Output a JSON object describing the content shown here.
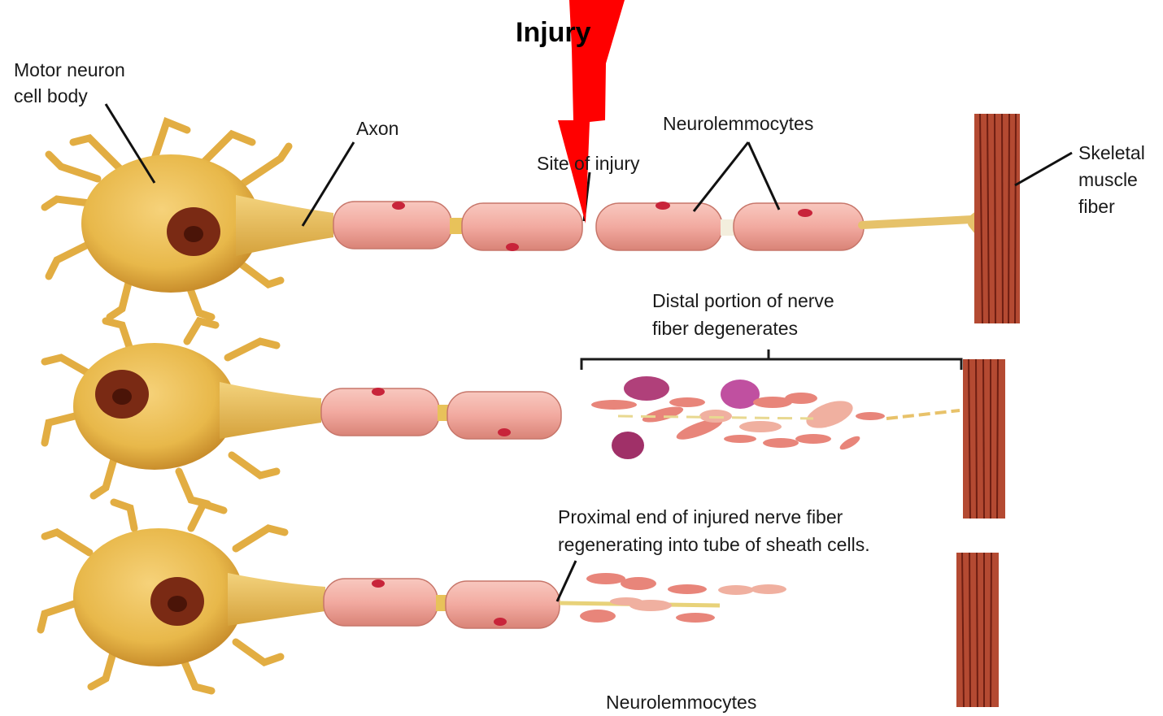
{
  "title": "Injury",
  "labels": {
    "motor_neuron_line1": "Motor neuron",
    "motor_neuron_line2": "cell body",
    "axon": "Axon",
    "neurolemmocytes_top": "Neurolemmocytes",
    "site_of_injury": "Site of injury",
    "skeletal_line1": "Skeletal",
    "skeletal_line2": "muscle",
    "skeletal_line3": "fiber",
    "distal_line1": "Distal portion of nerve",
    "distal_line2": "fiber degenerates",
    "proximal_line1": "Proximal end of injured nerve fiber",
    "proximal_line2": "regenerating into tube of sheath cells.",
    "neurolemmocytes_bottom": "Neurolemmocytes"
  },
  "colors": {
    "cell_body": "#e8b84a",
    "cell_body_dark": "#c9892a",
    "nucleus": "#7a2a14",
    "sheath": "#f0a8a0",
    "sheath_dark": "#d87870",
    "muscle": "#9a3a2a",
    "debris_purple": "#b0407a",
    "lightning": "#ff0000"
  }
}
